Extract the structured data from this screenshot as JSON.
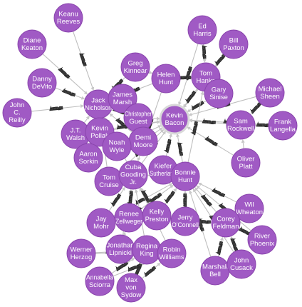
{
  "graph": {
    "node_color": "#a05ac4",
    "node_stroke": "#8a45ad",
    "edge_color": "#bfbfbf",
    "relationship_type": "ACTED_IN",
    "nodes": [
      {
        "id": "keanu",
        "label": [
          "Keanu",
          "Reeves"
        ]
      },
      {
        "id": "diane",
        "label": [
          "Diane",
          "Keaton"
        ]
      },
      {
        "id": "danny",
        "label": [
          "Danny",
          "DeVito"
        ]
      },
      {
        "id": "john_reilly",
        "label": [
          "John",
          "C.",
          "Reilly"
        ]
      },
      {
        "id": "jack",
        "label": [
          "Jack",
          "Nicholson"
        ]
      },
      {
        "id": "james",
        "label": [
          "James",
          "Marsh"
        ]
      },
      {
        "id": "greg",
        "label": [
          "Greg",
          "Kinnear"
        ]
      },
      {
        "id": "helen",
        "label": [
          "Helen",
          "Hunt"
        ]
      },
      {
        "id": "ed",
        "label": [
          "Ed",
          "Harris"
        ]
      },
      {
        "id": "bill",
        "label": [
          "Bill",
          "Paxton"
        ]
      },
      {
        "id": "tom_hanks",
        "label": [
          "Tom",
          "Hanks"
        ]
      },
      {
        "id": "gary",
        "label": [
          "Gary",
          "Sinise"
        ]
      },
      {
        "id": "michael",
        "label": [
          "Michael",
          "Sheen"
        ]
      },
      {
        "id": "frank",
        "label": [
          "Frank",
          "Langella"
        ]
      },
      {
        "id": "sam",
        "label": [
          "Sam",
          "Rockwell"
        ]
      },
      {
        "id": "kevin_bacon",
        "label": [
          "Kevin",
          "Bacon"
        ],
        "focus": true
      },
      {
        "id": "christopher",
        "label": [
          "Christopher",
          "Guest"
        ]
      },
      {
        "id": "jt",
        "label": [
          "J.T.",
          "Walsh"
        ]
      },
      {
        "id": "kevin_pollak",
        "label": [
          "Kevin",
          "Pollak"
        ]
      },
      {
        "id": "demi",
        "label": [
          "Demi",
          "Moore"
        ]
      },
      {
        "id": "noah",
        "label": [
          "Noah",
          "Wyle"
        ]
      },
      {
        "id": "aaron",
        "label": [
          "Aaron",
          "Sorkin"
        ]
      },
      {
        "id": "tom_cruise",
        "label": [
          "Tom",
          "Cruise"
        ]
      },
      {
        "id": "cuba",
        "label": [
          "Cuba",
          "Gooding",
          "Jr."
        ]
      },
      {
        "id": "kiefer",
        "label": [
          "Kiefer",
          "Sutherland"
        ]
      },
      {
        "id": "bonnie",
        "label": [
          "Bonnie",
          "Hunt"
        ]
      },
      {
        "id": "oliver",
        "label": [
          "Oliver",
          "Platt"
        ]
      },
      {
        "id": "wil",
        "label": [
          "Wil",
          "Wheaton"
        ]
      },
      {
        "id": "corey",
        "label": [
          "Corey",
          "Feldman"
        ]
      },
      {
        "id": "jerry",
        "label": [
          "Jerry",
          "O'Connell"
        ]
      },
      {
        "id": "kelly",
        "label": [
          "Kelly",
          "Preston"
        ]
      },
      {
        "id": "renee",
        "label": [
          "Renee",
          "Zellweger"
        ]
      },
      {
        "id": "jay",
        "label": [
          "Jay",
          "Mohr"
        ]
      },
      {
        "id": "jonathan",
        "label": [
          "Jonathan",
          "Lipnicki"
        ]
      },
      {
        "id": "regina",
        "label": [
          "Regina",
          "King"
        ]
      },
      {
        "id": "robin",
        "label": [
          "Robin",
          "Williams"
        ]
      },
      {
        "id": "river",
        "label": [
          "River",
          "Phoenix"
        ]
      },
      {
        "id": "marshall",
        "label": [
          "Marshall",
          "Bell"
        ]
      },
      {
        "id": "john_cusack",
        "label": [
          "John",
          "Cusack"
        ]
      },
      {
        "id": "werner",
        "label": [
          "Werner",
          "Herzog"
        ]
      },
      {
        "id": "annabella",
        "label": [
          "Annabella",
          "Sciorra"
        ]
      },
      {
        "id": "max",
        "label": [
          "Max",
          "von",
          "Sydow"
        ]
      }
    ],
    "edges": [
      [
        "keanu",
        "jack"
      ],
      [
        "diane",
        "jack"
      ],
      [
        "danny",
        "jack"
      ],
      [
        "john_reilly",
        "jack"
      ],
      [
        "james",
        "jack"
      ],
      [
        "christopher",
        "jack"
      ],
      [
        "kevin_pollak",
        "jack"
      ],
      [
        "jt",
        "jack"
      ],
      [
        "noah",
        "jack"
      ],
      [
        "demi",
        "jack"
      ],
      [
        "aaron",
        "jack"
      ],
      [
        "tom_cruise",
        "jack"
      ],
      [
        "cuba",
        "jack"
      ],
      [
        "greg",
        "helen"
      ],
      [
        "greg",
        "jack"
      ],
      [
        "helen",
        "jack"
      ],
      [
        "helen",
        "tom_hanks"
      ],
      [
        "helen",
        "cuba"
      ],
      [
        "ed",
        "kevin_bacon"
      ],
      [
        "bill",
        "kevin_bacon"
      ],
      [
        "tom_hanks",
        "kevin_bacon"
      ],
      [
        "gary",
        "kevin_bacon"
      ],
      [
        "michael",
        "kevin_bacon"
      ],
      [
        "frank",
        "kevin_bacon"
      ],
      [
        "sam",
        "kevin_bacon"
      ],
      [
        "oliver",
        "kevin_bacon"
      ],
      [
        "kiefer",
        "kevin_bacon"
      ],
      [
        "christopher",
        "kevin_bacon"
      ],
      [
        "demi",
        "kevin_bacon"
      ],
      [
        "kevin_pollak",
        "kevin_bacon"
      ],
      [
        "noah",
        "kevin_bacon"
      ],
      [
        "jt",
        "kevin_bacon"
      ],
      [
        "cuba",
        "kevin_bacon"
      ],
      [
        "tom_cruise",
        "kevin_bacon"
      ],
      [
        "bonnie",
        "kevin_bacon"
      ],
      [
        "ed",
        "tom_hanks"
      ],
      [
        "bill",
        "tom_hanks"
      ],
      [
        "gary",
        "tom_hanks"
      ],
      [
        "michael",
        "sam"
      ],
      [
        "frank",
        "sam"
      ],
      [
        "oliver",
        "sam"
      ],
      [
        "bonnie",
        "cuba"
      ],
      [
        "bonnie",
        "kiefer"
      ],
      [
        "bonnie",
        "tom_hanks"
      ],
      [
        "wil",
        "bonnie"
      ],
      [
        "corey",
        "bonnie"
      ],
      [
        "jerry",
        "bonnie"
      ],
      [
        "kelly",
        "bonnie"
      ],
      [
        "renee",
        "bonnie"
      ],
      [
        "jay",
        "bonnie"
      ],
      [
        "jonathan",
        "cuba"
      ],
      [
        "regina",
        "cuba"
      ],
      [
        "robin",
        "cuba"
      ],
      [
        "river",
        "corey"
      ],
      [
        "marshall",
        "corey"
      ],
      [
        "john_cusack",
        "corey"
      ],
      [
        "wil",
        "corey"
      ],
      [
        "jerry",
        "corey"
      ],
      [
        "werner",
        "robin"
      ],
      [
        "annabella",
        "robin"
      ],
      [
        "max",
        "robin"
      ],
      [
        "werner",
        "regina"
      ],
      [
        "annabella",
        "regina"
      ],
      [
        "max",
        "regina"
      ],
      [
        "renee",
        "cuba"
      ],
      [
        "kelly",
        "cuba"
      ],
      [
        "jay",
        "cuba"
      ],
      [
        "jonathan",
        "renee"
      ],
      [
        "regina",
        "robin"
      ],
      [
        "marshall",
        "bonnie"
      ],
      [
        "john_cusack",
        "bonnie"
      ],
      [
        "river",
        "bonnie"
      ]
    ]
  }
}
